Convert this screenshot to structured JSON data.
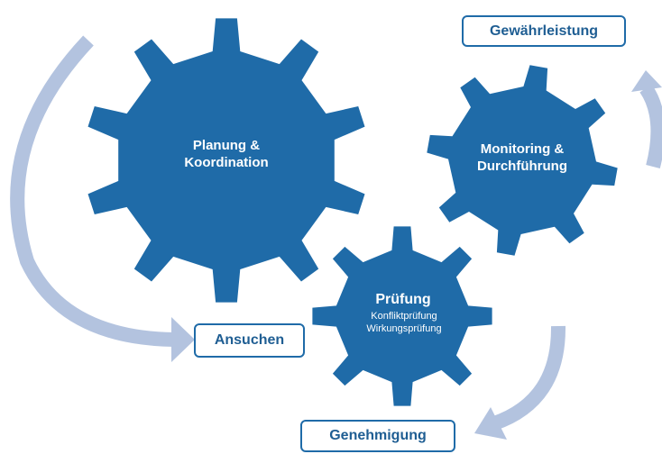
{
  "colors": {
    "gear": "#1f6ba8",
    "arrow": "#b3c3df",
    "label_border": "#1f6ba8",
    "label_text": "#1f5e93"
  },
  "gears": {
    "planung": {
      "line1": "Planung &",
      "line2": "Koordination"
    },
    "monitoring": {
      "line1": "Monitoring &",
      "line2": "Durchführung"
    },
    "pruefung": {
      "title": "Prüfung",
      "sub1": "Konfliktprüfung",
      "sub2": "Wirkungsprüfung"
    }
  },
  "labels": {
    "gewaehrleistung": "Gewährleistung",
    "ansuchen": "Ansuchen",
    "genehmigung": "Genehmigung"
  }
}
